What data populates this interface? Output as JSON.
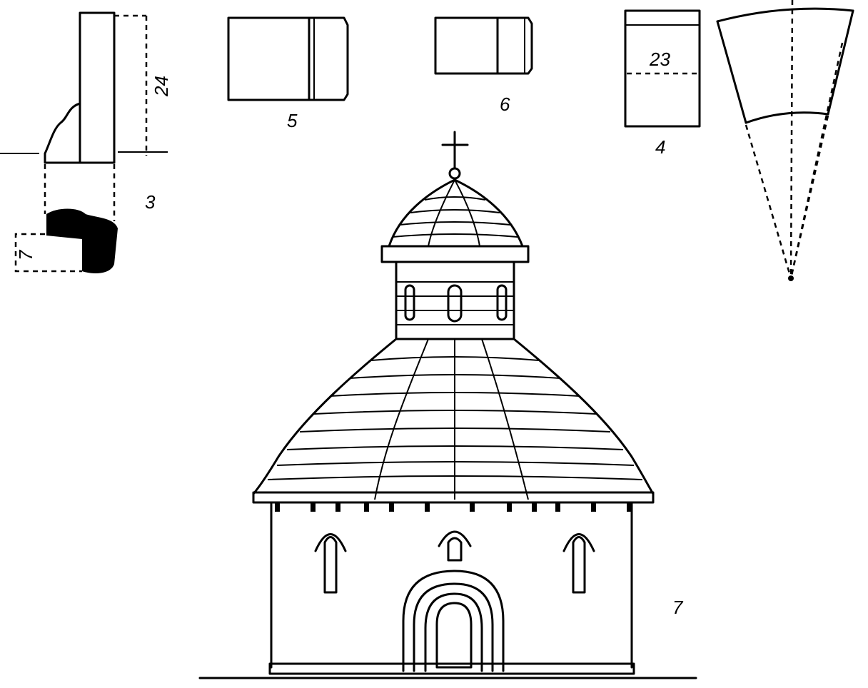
{
  "figures": {
    "fig3": {
      "number": "3",
      "height_dim": "24",
      "profile_dim": "7"
    },
    "fig5": {
      "number": "5"
    },
    "fig6": {
      "number": "6"
    },
    "fig4": {
      "number": "4",
      "width_dim": "23"
    },
    "fig7": {
      "number": "7"
    }
  },
  "colors": {
    "ink": "#000000",
    "paper": "#ffffff"
  }
}
